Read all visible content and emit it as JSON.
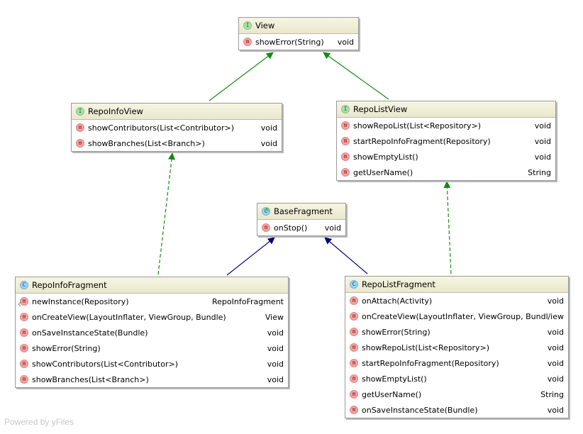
{
  "colors": {
    "realization_edge": "#138a13",
    "inheritance_edge": "#00007f",
    "header_bg": "#eeedd6",
    "method_badge": "#f2a3a3",
    "interface_badge": "#a9dfab",
    "class_badge": "#9cd1f0"
  },
  "nodes": {
    "view": {
      "kind": "interface",
      "badge": "I",
      "title": "View",
      "methods": [
        {
          "icon": "method-icon",
          "badge": "m",
          "signature": "showError(String)",
          "return": "void"
        }
      ]
    },
    "repo_info_view": {
      "kind": "interface",
      "badge": "I",
      "title": "RepoInfoView",
      "methods": [
        {
          "icon": "method-icon",
          "badge": "m",
          "signature": "showContributors(List<Contributor>)",
          "return": "void"
        },
        {
          "icon": "method-icon",
          "badge": "m",
          "signature": "showBranches(List<Branch>)",
          "return": "void"
        }
      ]
    },
    "repo_list_view": {
      "kind": "interface",
      "badge": "I",
      "title": "RepoListView",
      "methods": [
        {
          "icon": "method-icon",
          "badge": "m",
          "signature": "showRepoList(List<Repository>)",
          "return": "void"
        },
        {
          "icon": "method-icon",
          "badge": "m",
          "signature": "startRepoInfoFragment(Repository)",
          "return": "void"
        },
        {
          "icon": "method-icon",
          "badge": "m",
          "signature": "showEmptyList()",
          "return": "void"
        },
        {
          "icon": "method-icon",
          "badge": "m",
          "signature": "getUserName()",
          "return": "String"
        }
      ]
    },
    "base_fragment": {
      "kind": "abstract-class",
      "badge": "C",
      "title": "BaseFragment",
      "methods": [
        {
          "icon": "method-icon",
          "badge": "m",
          "signature": "onStop()",
          "return": "void"
        }
      ]
    },
    "repo_info_fragment": {
      "kind": "class",
      "badge": "C",
      "title": "RepoInfoFragment",
      "methods": [
        {
          "icon": "static-method-icon",
          "badge": "m",
          "signature": "newInstance(Repository)",
          "return": "RepoInfoFragment"
        },
        {
          "icon": "method-icon",
          "badge": "m",
          "signature": "onCreateView(LayoutInflater, ViewGroup, Bundle)",
          "return": "View"
        },
        {
          "icon": "method-icon",
          "badge": "m",
          "signature": "onSaveInstanceState(Bundle)",
          "return": "void"
        },
        {
          "icon": "method-icon",
          "badge": "m",
          "signature": "showError(String)",
          "return": "void"
        },
        {
          "icon": "method-icon",
          "badge": "m",
          "signature": "showContributors(List<Contributor>)",
          "return": "void"
        },
        {
          "icon": "method-icon",
          "badge": "m",
          "signature": "showBranches(List<Branch>)",
          "return": "void"
        }
      ]
    },
    "repo_list_fragment": {
      "kind": "class",
      "badge": "C",
      "title": "RepoListFragment",
      "methods": [
        {
          "icon": "method-icon",
          "badge": "m",
          "signature": "onAttach(Activity)",
          "return": "void"
        },
        {
          "icon": "method-icon",
          "badge": "m",
          "signature": "onCreateView(LayoutInflater, ViewGroup, Bundle)",
          "return": "/iew"
        },
        {
          "icon": "method-icon",
          "badge": "m",
          "signature": "showError(String)",
          "return": "void"
        },
        {
          "icon": "method-icon",
          "badge": "m",
          "signature": "showRepoList(List<Repository>)",
          "return": "void"
        },
        {
          "icon": "method-icon",
          "badge": "m",
          "signature": "startRepoInfoFragment(Repository)",
          "return": "void"
        },
        {
          "icon": "method-icon",
          "badge": "m",
          "signature": "showEmptyList()",
          "return": "void"
        },
        {
          "icon": "method-icon",
          "badge": "m",
          "signature": "getUserName()",
          "return": "String"
        },
        {
          "icon": "method-icon",
          "badge": "m",
          "signature": "onSaveInstanceState(Bundle)",
          "return": "void"
        }
      ]
    }
  },
  "edges": [
    {
      "from": "repo_info_view",
      "to": "view",
      "type": "extends-interface"
    },
    {
      "from": "repo_list_view",
      "to": "view",
      "type": "extends-interface"
    },
    {
      "from": "repo_info_fragment",
      "to": "repo_info_view",
      "type": "implements"
    },
    {
      "from": "repo_list_fragment",
      "to": "repo_list_view",
      "type": "implements"
    },
    {
      "from": "repo_info_fragment",
      "to": "base_fragment",
      "type": "extends"
    },
    {
      "from": "repo_list_fragment",
      "to": "base_fragment",
      "type": "extends"
    }
  ],
  "footer": {
    "text": "Powered by yFiles"
  }
}
